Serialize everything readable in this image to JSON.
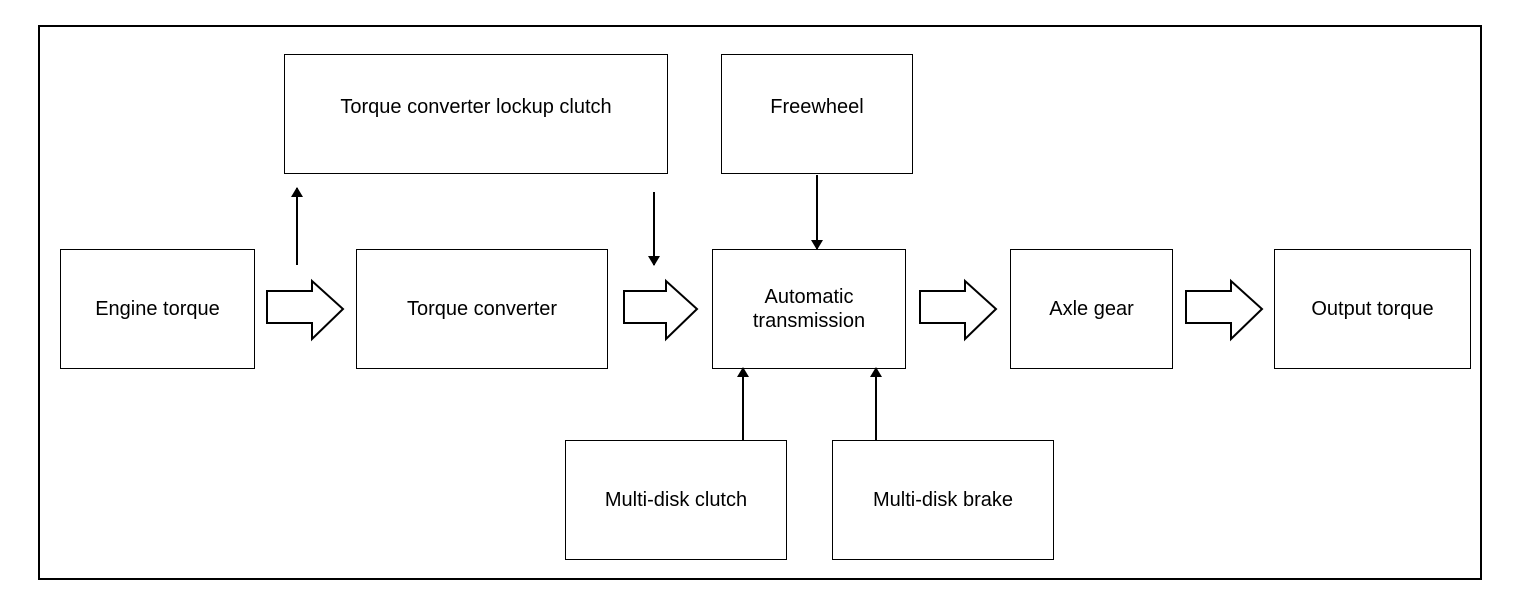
{
  "nodes": {
    "engine_torque": "Engine torque",
    "torque_converter": "Torque converter",
    "lockup_clutch": "Torque converter lockup clutch",
    "freewheel": "Freewheel",
    "automatic_transmission_line1": "Automatic",
    "automatic_transmission_line2": "transmission",
    "axle_gear": "Axle gear",
    "output_torque": "Output torque",
    "multi_disk_clutch": "Multi-disk clutch",
    "multi_disk_brake": "Multi-disk brake"
  }
}
